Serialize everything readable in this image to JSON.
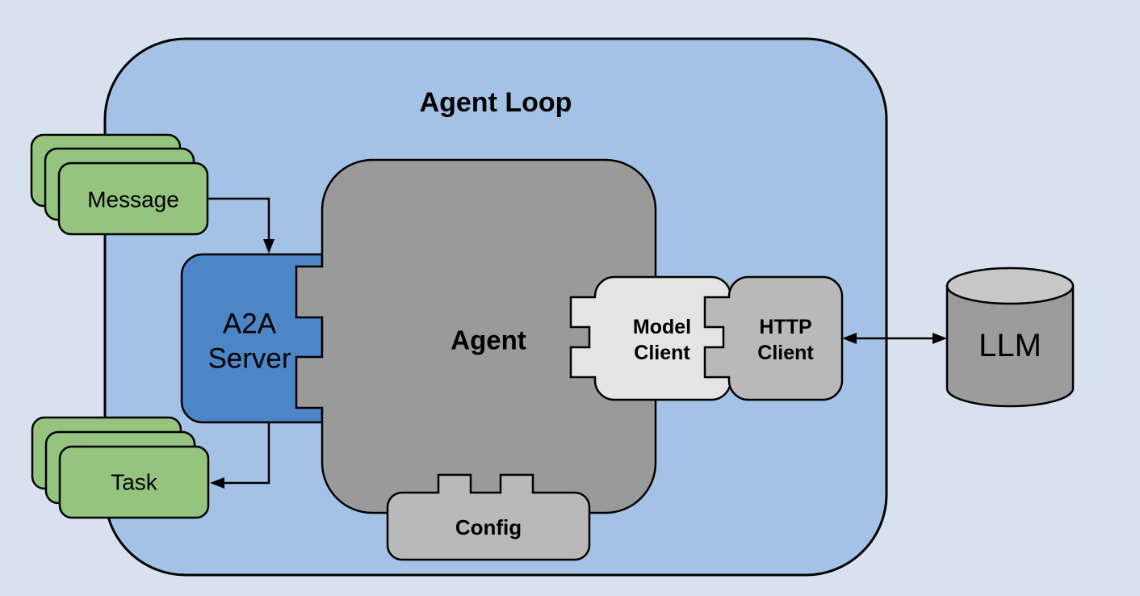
{
  "diagram": {
    "type": "architecture-diagram"
  },
  "colors": {
    "background": "#d8e2ef",
    "loop_fill": "#a4c2e6",
    "a2a_fill": "#4c86c6",
    "card_fill": "#94c47e",
    "agent_fill": "#9a9a9a",
    "model_fill": "#e4e4e4",
    "http_fill": "#b9b9b9",
    "config_fill": "#b9b9b9",
    "llm_body_fill": "#9c9c9c",
    "llm_top_fill": "#c7c7c7",
    "stroke": "#000000",
    "text": "#000000"
  },
  "nodes": {
    "agent_loop": {
      "label": "Agent Loop"
    },
    "message_stack": {
      "label": "Message",
      "cards": 3
    },
    "task_stack": {
      "label": "Task",
      "cards": 3
    },
    "a2a_server": {
      "line1": "A2A",
      "line2": "Server"
    },
    "agent": {
      "label": "Agent"
    },
    "model_client": {
      "line1": "Model",
      "line2": "Client"
    },
    "http_client": {
      "line1": "HTTP",
      "line2": "Client"
    },
    "config": {
      "label": "Config"
    },
    "llm": {
      "label": "LLM"
    }
  },
  "edges": [
    {
      "from": "Message",
      "to": "A2A Server",
      "arrow": "single"
    },
    {
      "from": "A2A Server",
      "to": "Task",
      "arrow": "single"
    },
    {
      "from": "HTTP Client",
      "to": "LLM",
      "arrow": "double"
    }
  ]
}
